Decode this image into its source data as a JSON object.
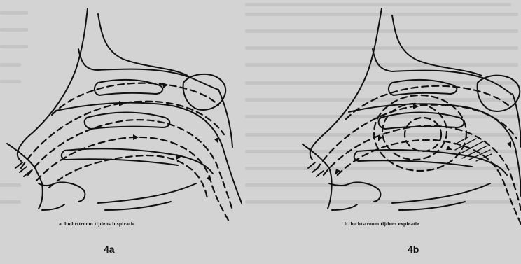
{
  "figure_a": {
    "caption": "a. luchtstroom tijdens inspiratie",
    "number": "4a"
  },
  "figure_b": {
    "caption": "b. luchtstroom tijdens expiratie",
    "number": "4b"
  },
  "colors": {
    "paper": "#d3d3d3",
    "ink": "#111111",
    "bleed_text": "#c0c0c0"
  }
}
